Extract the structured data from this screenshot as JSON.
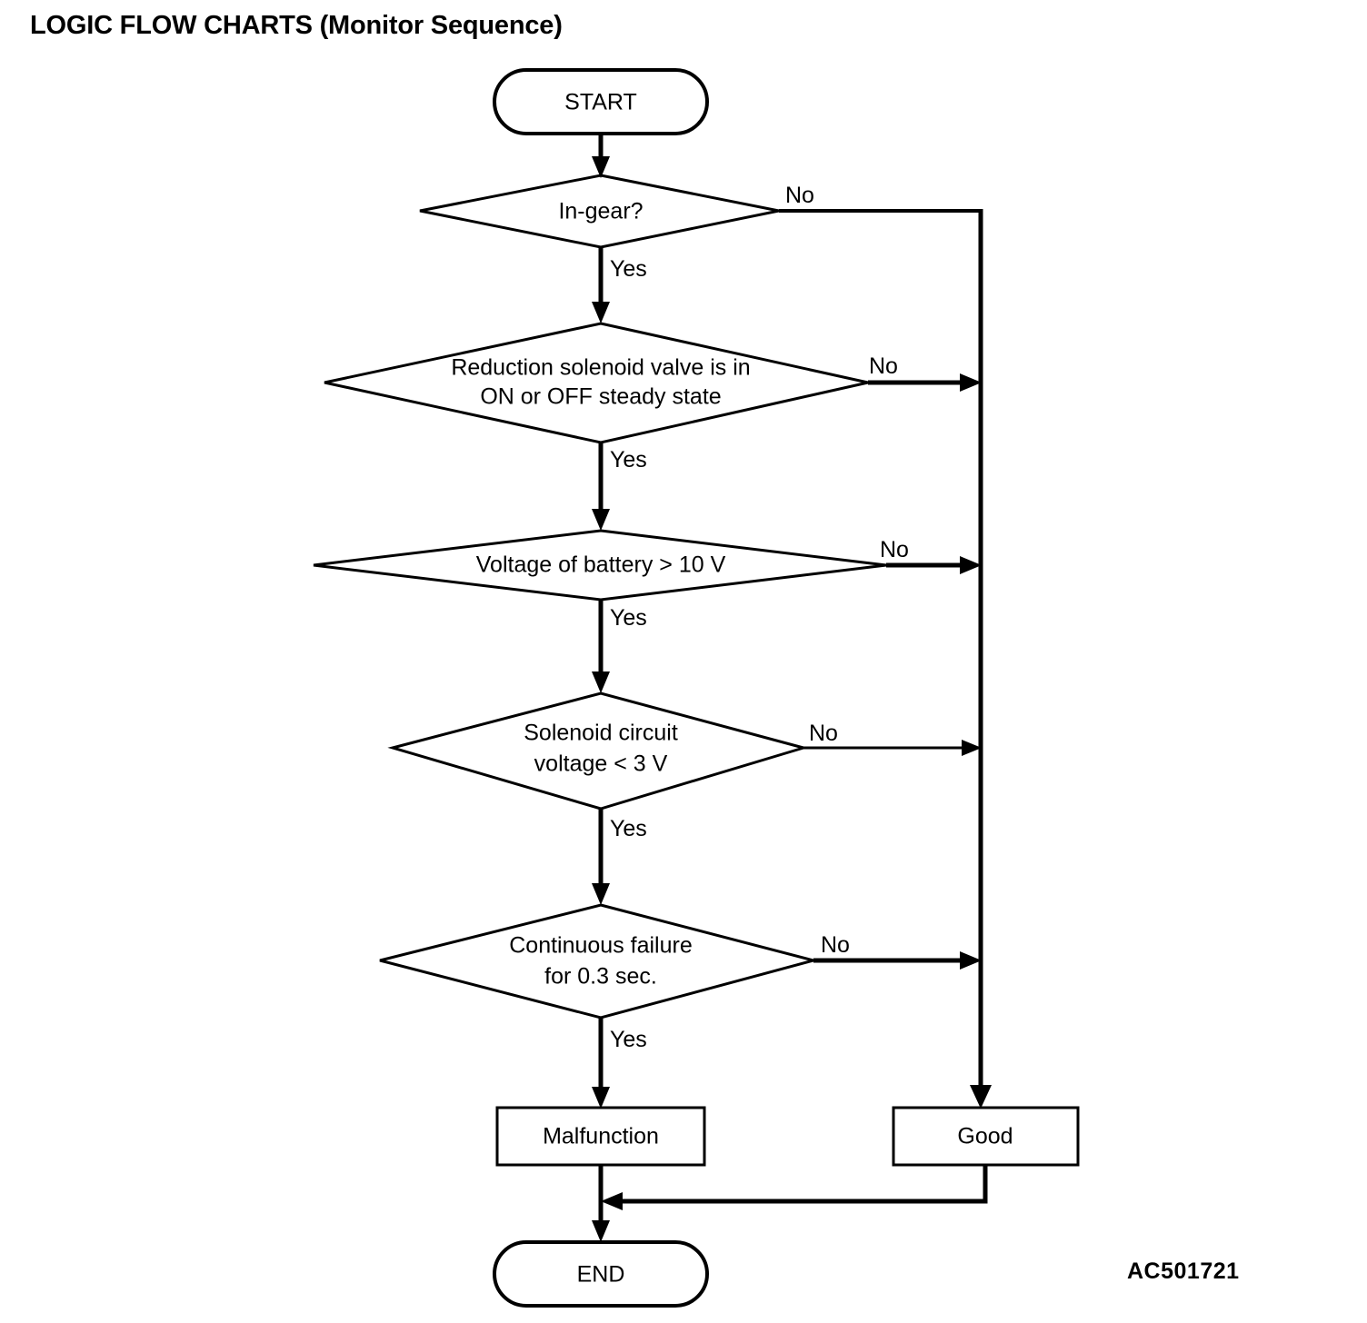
{
  "page": {
    "title": "LOGIC FLOW CHARTS (Monitor Sequence)",
    "reference_code": "AC501721"
  },
  "chart_data": {
    "type": "diagram",
    "diagram_type": "flowchart",
    "title": "LOGIC FLOW CHARTS (Monitor Sequence)",
    "orientation": "top-to-bottom",
    "nodes": [
      {
        "id": "start",
        "shape": "terminator",
        "label": "START"
      },
      {
        "id": "d1",
        "shape": "decision",
        "label": "In-gear?"
      },
      {
        "id": "d2",
        "shape": "decision",
        "label": "Reduction solenoid valve is in ON or OFF steady state"
      },
      {
        "id": "d3",
        "shape": "decision",
        "label": "Voltage of battery > 10 V"
      },
      {
        "id": "d4",
        "shape": "decision",
        "label": "Solenoid circuit voltage < 3 V"
      },
      {
        "id": "d5",
        "shape": "decision",
        "label": "Continuous failure for 0.3 sec."
      },
      {
        "id": "malf",
        "shape": "process",
        "label": "Malfunction"
      },
      {
        "id": "good",
        "shape": "process",
        "label": "Good"
      },
      {
        "id": "end",
        "shape": "terminator",
        "label": "END"
      }
    ],
    "edges": [
      {
        "from": "start",
        "to": "d1",
        "label": ""
      },
      {
        "from": "d1",
        "to": "d2",
        "label": "Yes"
      },
      {
        "from": "d1",
        "to": "good",
        "label": "No"
      },
      {
        "from": "d2",
        "to": "d3",
        "label": "Yes"
      },
      {
        "from": "d2",
        "to": "good",
        "label": "No"
      },
      {
        "from": "d3",
        "to": "d4",
        "label": "Yes"
      },
      {
        "from": "d3",
        "to": "good",
        "label": "No"
      },
      {
        "from": "d4",
        "to": "d5",
        "label": "Yes"
      },
      {
        "from": "d4",
        "to": "good",
        "label": "No"
      },
      {
        "from": "d5",
        "to": "malf",
        "label": "Yes"
      },
      {
        "from": "d5",
        "to": "good",
        "label": "No"
      },
      {
        "from": "malf",
        "to": "end",
        "label": ""
      },
      {
        "from": "good",
        "to": "end",
        "label": ""
      }
    ]
  },
  "nodes": {
    "start": {
      "label": "START"
    },
    "decision1": {
      "label": "In-gear?"
    },
    "decision2": {
      "line1": "Reduction solenoid valve is in",
      "line2": "ON or OFF steady state"
    },
    "decision3": {
      "label": "Voltage of battery > 10 V"
    },
    "decision4": {
      "line1": "Solenoid circuit",
      "line2": "voltage < 3 V"
    },
    "decision5": {
      "line1": "Continuous failure",
      "line2": "for 0.3 sec."
    },
    "malfunction": {
      "label": "Malfunction"
    },
    "good": {
      "label": "Good"
    },
    "end": {
      "label": "END"
    }
  },
  "edge_labels": {
    "no1": "No",
    "no2": "No",
    "no3": "No",
    "no4": "No",
    "no5": "No",
    "yes1": "Yes",
    "yes2": "Yes",
    "yes3": "Yes",
    "yes4": "Yes",
    "yes5": "Yes"
  },
  "colors": {
    "stroke": "#000000",
    "background": "#ffffff",
    "text": "#000000"
  }
}
